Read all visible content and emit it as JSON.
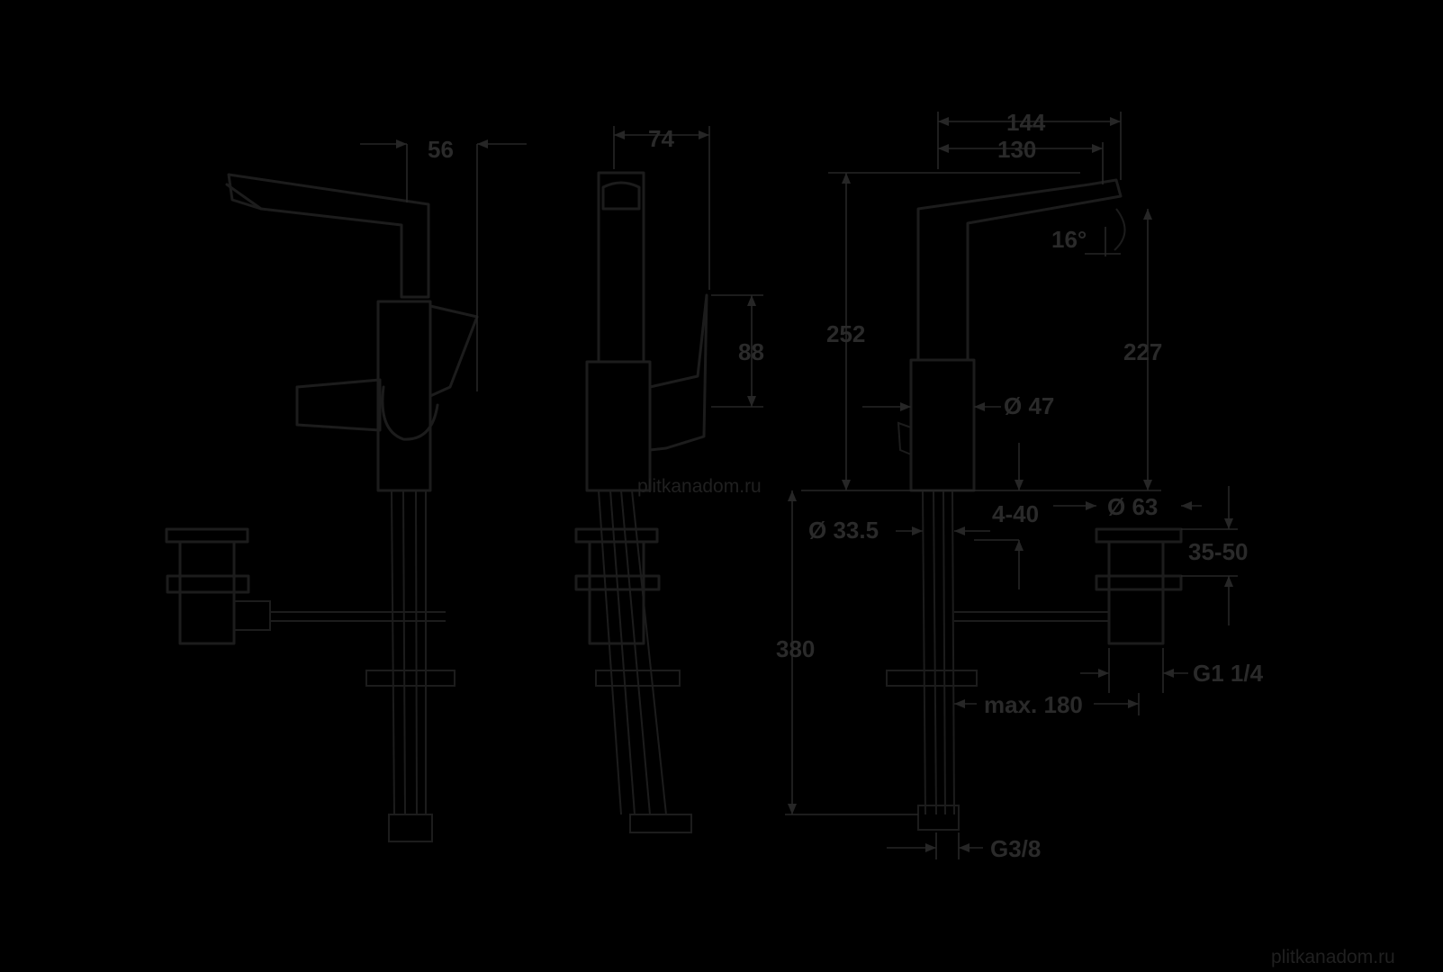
{
  "colors": {
    "background": "#000000",
    "line": "#1c1c1c",
    "dimension_text": "#2a2a2a"
  },
  "dimensions": {
    "d56": "56",
    "d74": "74",
    "d144": "144",
    "d130": "130",
    "d16": "16°",
    "d252": "252",
    "d227": "227",
    "d88": "88",
    "d47": "Ø 47",
    "d63": "Ø 63",
    "d33_5": "Ø 33.5",
    "d4_40": "4-40",
    "d35_50": "35-50",
    "d380": "380",
    "g1_1_4": "G1  1/4",
    "max_180": "max. 180",
    "g3_8": "G3/8"
  },
  "watermarks": {
    "center": "plitkanadom.ru",
    "corner": "plitkanadom.ru"
  }
}
